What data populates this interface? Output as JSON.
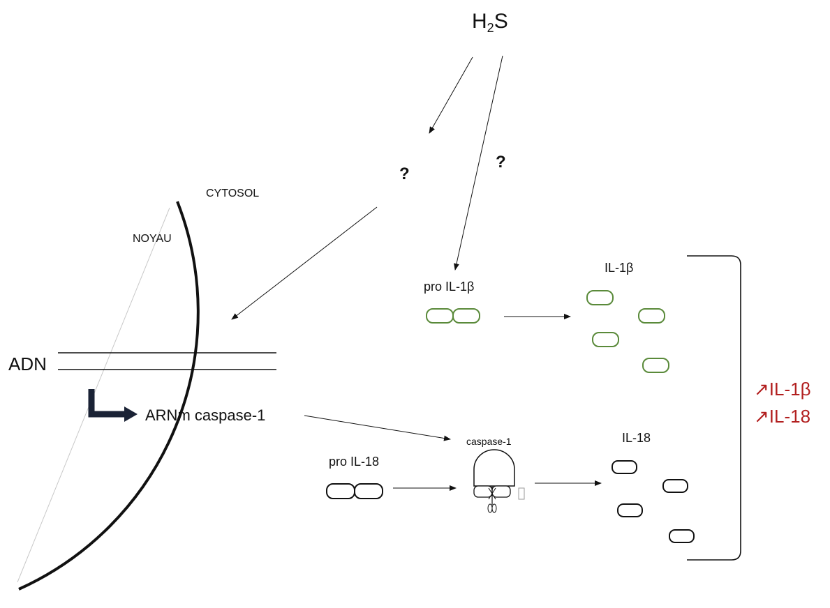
{
  "diagram": {
    "h2s": {
      "main": "H",
      "sub": "2",
      "tail": "S"
    },
    "question_left": "?",
    "question_right": "?",
    "cytosol": "CYTOSOL",
    "noyau": "NOYAU",
    "adn": "ADN",
    "arnm": "ARNm caspase-1",
    "pro_il1b": "pro IL-1β",
    "il1b": "IL-1β",
    "pro_il18": "pro IL-18",
    "caspase": "caspase-1",
    "il18": "IL-18",
    "result_il1b": "↗IL-1β",
    "result_il18": "↗IL-18",
    "colors": {
      "il1b_outline": "#5a8a3a",
      "result_red": "#b21f1f",
      "line": "#111111",
      "promoter_arrow": "#1a2235"
    }
  }
}
